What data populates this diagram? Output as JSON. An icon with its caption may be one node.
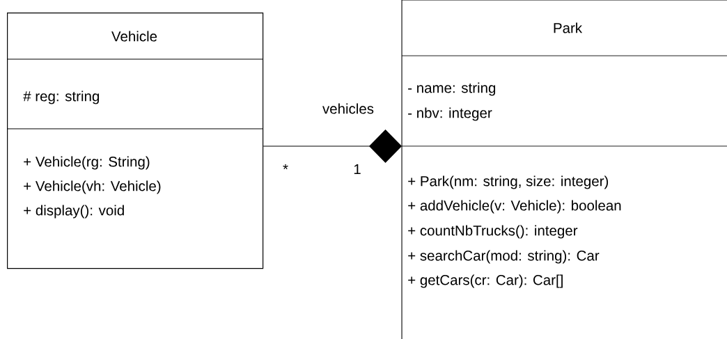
{
  "diagram": {
    "nodes": [
      {
        "text": [
          "Vehicle",
          "# reg: string",
          "+ Vehicle(rg: String)",
          "+ Vehicle(vh: Vehicle)",
          "+ display(): void"
        ]
      },
      {
        "text": [
          "Park",
          "- name: string",
          "- nbv: integer",
          "+ Park(nm: string, size: integer)",
          "+ addVehicle(v: Vehicle): boolean",
          "+ countNbTrucks(): integer",
          "+ searchCar(mod: string): Car",
          "+ getCars(cr: Car): Car[]"
        ]
      }
    ],
    "edges": [
      {
        "from": 0,
        "to": 1,
        "arrow": "other",
        "label": "vehicles"
      }
    ],
    "labels": [
      "*",
      "1"
    ]
  }
}
